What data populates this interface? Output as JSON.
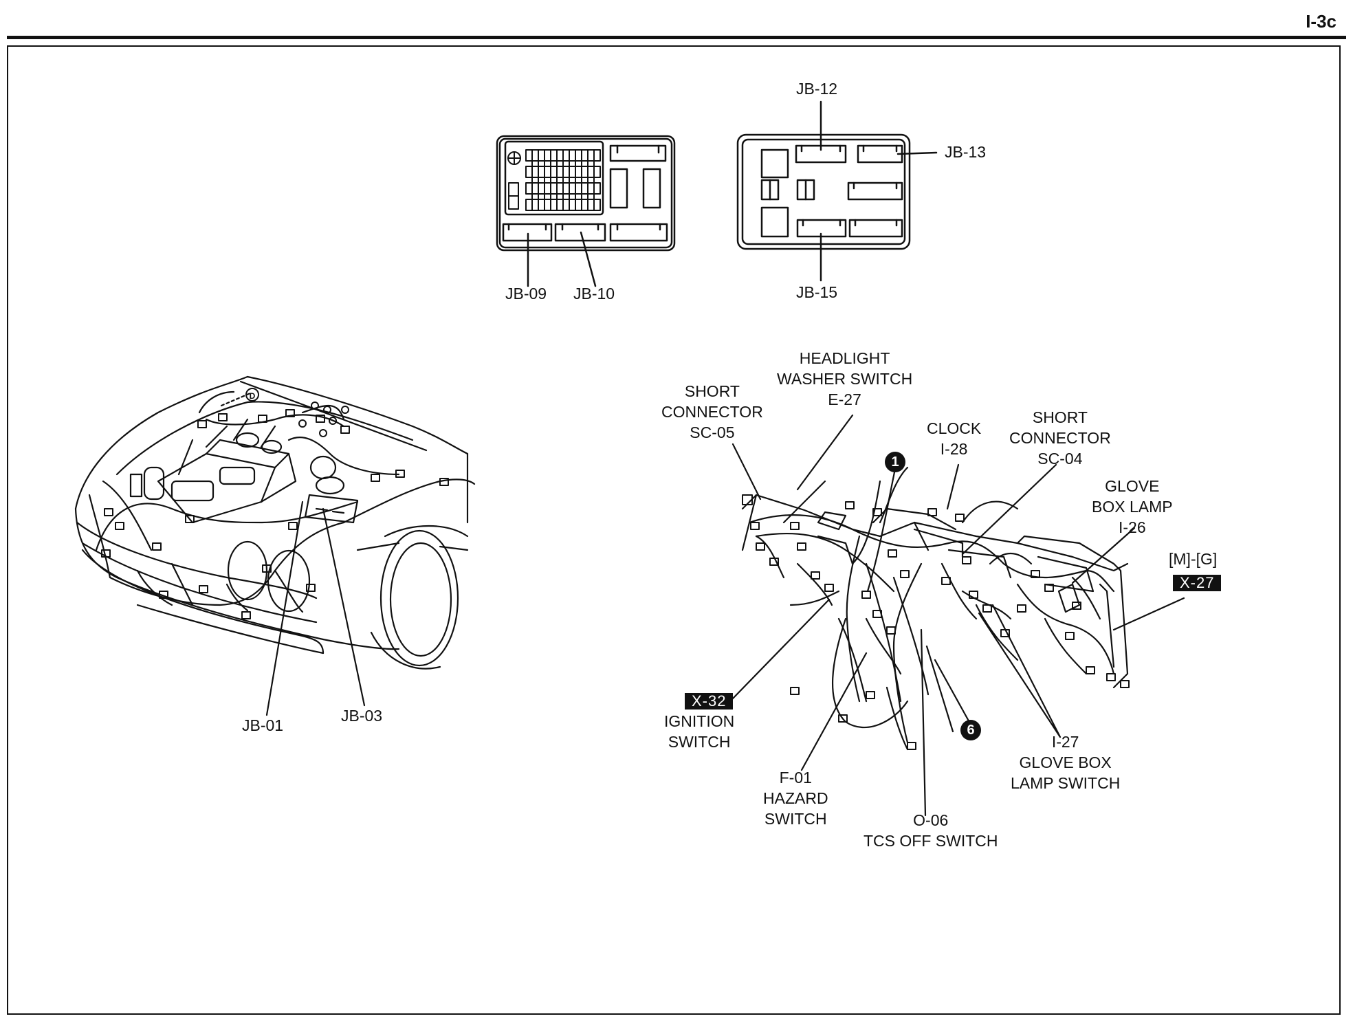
{
  "page_number": "I-3c",
  "labels": {
    "jb_12": "JB-12",
    "jb_13": "JB-13",
    "jb_09": "JB-09",
    "jb_10": "JB-10",
    "jb_15": "JB-15",
    "jb_01": "JB-01",
    "jb_03": "JB-03",
    "headlight_washer": [
      "HEADLIGHT",
      "WASHER SWITCH",
      "E-27"
    ],
    "short_connector_sc05": [
      "SHORT",
      "CONNECTOR",
      "SC-05"
    ],
    "clock": [
      "CLOCK",
      "I-28"
    ],
    "short_connector_sc04": [
      "SHORT",
      "CONNECTOR",
      "SC-04"
    ],
    "glove_box_lamp": [
      "GLOVE",
      "BOX LAMP",
      "I-26"
    ],
    "variant": "[M]-[G]",
    "x27": "X-27",
    "x32": "X-32",
    "ignition_switch": [
      "IGNITION",
      "SWITCH"
    ],
    "hazard_switch": [
      "F-01",
      "HAZARD",
      "SWITCH"
    ],
    "tcs_off_switch": [
      "O-06",
      "TCS OFF SWITCH"
    ],
    "glove_box_lamp_switch": [
      "I-27",
      "GLOVE BOX",
      "LAMP SWITCH"
    ],
    "marker_1": "1",
    "marker_6": "6",
    "marker_d": "D"
  }
}
